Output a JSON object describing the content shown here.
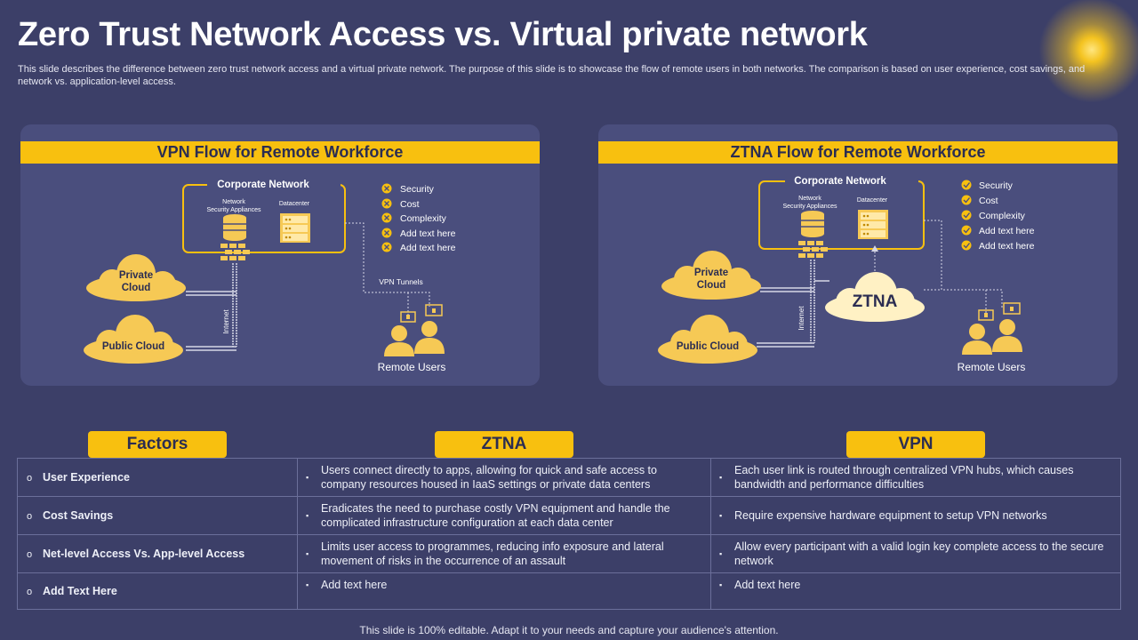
{
  "title": "Zero Trust Network Access vs. Virtual private network",
  "subtitle": "This slide describes the difference between zero trust network access and a virtual private network. The purpose of this slide is to showcase the flow of remote users in both networks. The comparison is based on user experience, cost savings, and network vs.  application-level access.",
  "colors": {
    "background": "#3c3f68",
    "panel": "#4a4e7d",
    "accent": "#f8c00f",
    "cloud": "#f6c955"
  },
  "vpn_panel": {
    "header": "VPN Flow for Remote Workforce",
    "corporate_network": "Corporate Network",
    "network_security_l1": "Network",
    "network_security_l2": "Security Appliances",
    "datacenter": "Datacenter",
    "private_cloud_l1": "Private",
    "private_cloud_l2": "Cloud",
    "public_cloud": "Public Cloud",
    "internet": "Internet",
    "vpn_tunnels": "VPN Tunnels",
    "remote_users": "Remote Users",
    "legend": [
      "Security",
      "Cost",
      "Complexity",
      "Add text here",
      "Add text here"
    ],
    "legend_icon": "x-circle-icon"
  },
  "ztna_panel": {
    "header": "ZTNA Flow for Remote Workforce",
    "corporate_network": "Corporate Network",
    "network_security_l1": "Network",
    "network_security_l2": "Security Appliances",
    "datacenter": "Datacenter",
    "private_cloud_l1": "Private",
    "private_cloud_l2": "Cloud",
    "public_cloud": "Public Cloud",
    "ztna_cloud": "ZTNA",
    "internet": "Internet",
    "remote_users": "Remote Users",
    "legend": [
      "Security",
      "Cost",
      "Complexity",
      "Add text here",
      "Add text here"
    ],
    "legend_icon": "check-circle-icon"
  },
  "comparison": {
    "headers": {
      "factors": "Factors",
      "ztna": "ZTNA",
      "vpn": "VPN"
    },
    "rows": [
      {
        "factor": "User Experience",
        "ztna": "Users connect directly to apps, allowing for quick and safe access to company resources housed in IaaS settings or private  data centers",
        "vpn": "Each user link is routed through  centralized VPN hubs, which causes bandwidth  and performance  difficulties"
      },
      {
        "factor": "Cost Savings",
        "ztna": "Eradicates the need to purchase costly VPN equipment and handle the complicated infrastructure  configuration  at each data center",
        "vpn": "Require  expensive hardware  equipment to setup VPN networks"
      },
      {
        "factor": "Net-level Access Vs. App-level Access",
        "ztna": "Limits user access to programmes,  reducing info exposure and lateral movement  of  risks in the occurrence of an assault",
        "vpn": "Allow every  participant with a valid login key complete access to the secure network"
      },
      {
        "factor": "Add Text Here",
        "ztna": "Add text here",
        "vpn": "Add text here"
      }
    ]
  },
  "footer": "This slide is 100% editable. Adapt it to your needs and capture your audience's attention."
}
